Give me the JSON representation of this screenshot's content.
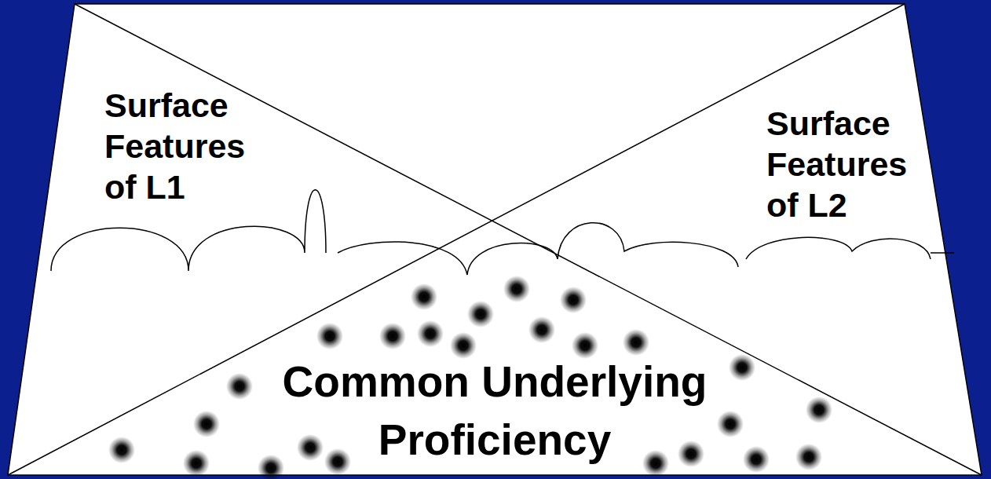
{
  "diagram": {
    "labels": [
      "Surface Features of L1",
      "Surface Features of L2",
      "Common Underlying Proficiency"
    ]
  }
}
